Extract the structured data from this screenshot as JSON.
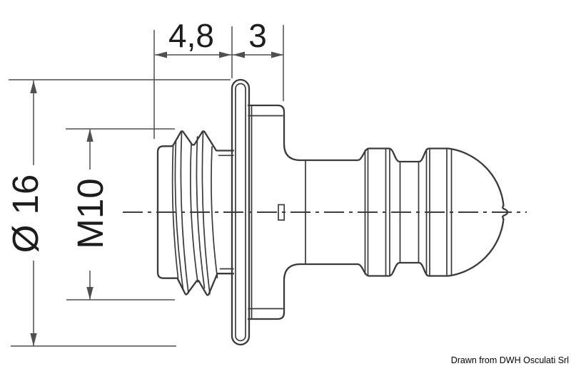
{
  "dimensions": {
    "thread_length": "4,8",
    "collar_width": "3",
    "flange_diameter": "Ø 16",
    "thread_size": "M10"
  },
  "footer": {
    "attribution": "Drawn from DWH Osculati Srl"
  },
  "colors": {
    "background": "#ffffff",
    "outline": "#3a3a3a",
    "dimension": "#4f4f4f",
    "text": "#1c1c1c"
  }
}
